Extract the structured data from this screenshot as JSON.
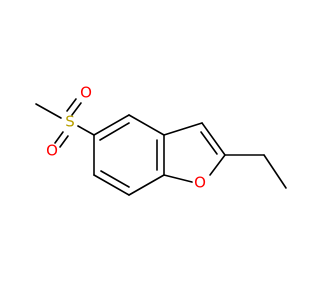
{
  "structure": {
    "atoms": {
      "sulfur": {
        "symbol": "S",
        "color": "#b8a000"
      },
      "oxygen_top": {
        "symbol": "O",
        "color": "#ff0000"
      },
      "oxygen_bottom": {
        "symbol": "O",
        "color": "#ff0000"
      },
      "oxygen_ring": {
        "symbol": "O",
        "color": "#ff0000"
      }
    },
    "bond_color": "#000000"
  }
}
